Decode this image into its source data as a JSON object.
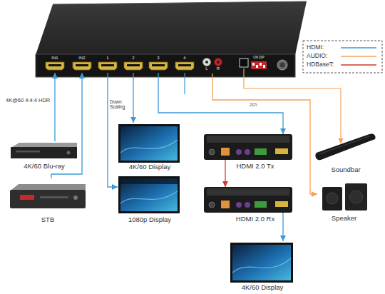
{
  "diagram": {
    "nodes": [
      {
        "text": [
          "IN1"
        ]
      },
      {
        "text": [
          "IN2"
        ]
      },
      {
        "text": [
          "1"
        ]
      },
      {
        "text": [
          "2"
        ]
      },
      {
        "text": [
          "3"
        ]
      },
      {
        "text": [
          "4"
        ]
      },
      {
        "text": [
          "L",
          "R"
        ]
      },
      {
        "text": [
          "4K/60 Blu-ray"
        ]
      },
      {
        "text": [
          "STB"
        ]
      },
      {
        "text": [
          "4K/60 Display"
        ]
      },
      {
        "text": [
          "1080p Display"
        ]
      },
      {
        "text": [
          "HDMI 2.0 Tx"
        ]
      },
      {
        "text": [
          "HDMI 2.0 Rx"
        ]
      },
      {
        "text": [
          "Soundbar"
        ]
      },
      {
        "text": [
          "Speaker"
        ]
      },
      {
        "text": [
          "4K/60 Display"
        ]
      }
    ],
    "edges": [
      {
        "from": 7,
        "to": 0,
        "arrow": "to"
      },
      {
        "from": 8,
        "to": 1,
        "arrow": "to"
      },
      {
        "from": 2,
        "to": 10,
        "arrow": "to"
      },
      {
        "from": 3,
        "to": 9,
        "arrow": "to"
      },
      {
        "from": 4,
        "to": 11,
        "arrow": "to"
      },
      {
        "from": 11,
        "to": 12,
        "arrow": "to"
      },
      {
        "from": 12,
        "to": 15,
        "arrow": "to"
      },
      {
        "from": 6,
        "to": 14,
        "label": "2ch",
        "arrow": "to"
      }
    ],
    "labels": [
      "4K@60 4:4:4 HDR",
      "Down Scaling",
      "ON DIP"
    ],
    "legend": [
      {
        "text": "HDMI:"
      },
      {
        "text": "AUDIO:"
      },
      {
        "text": "HDBaseT:"
      }
    ]
  }
}
